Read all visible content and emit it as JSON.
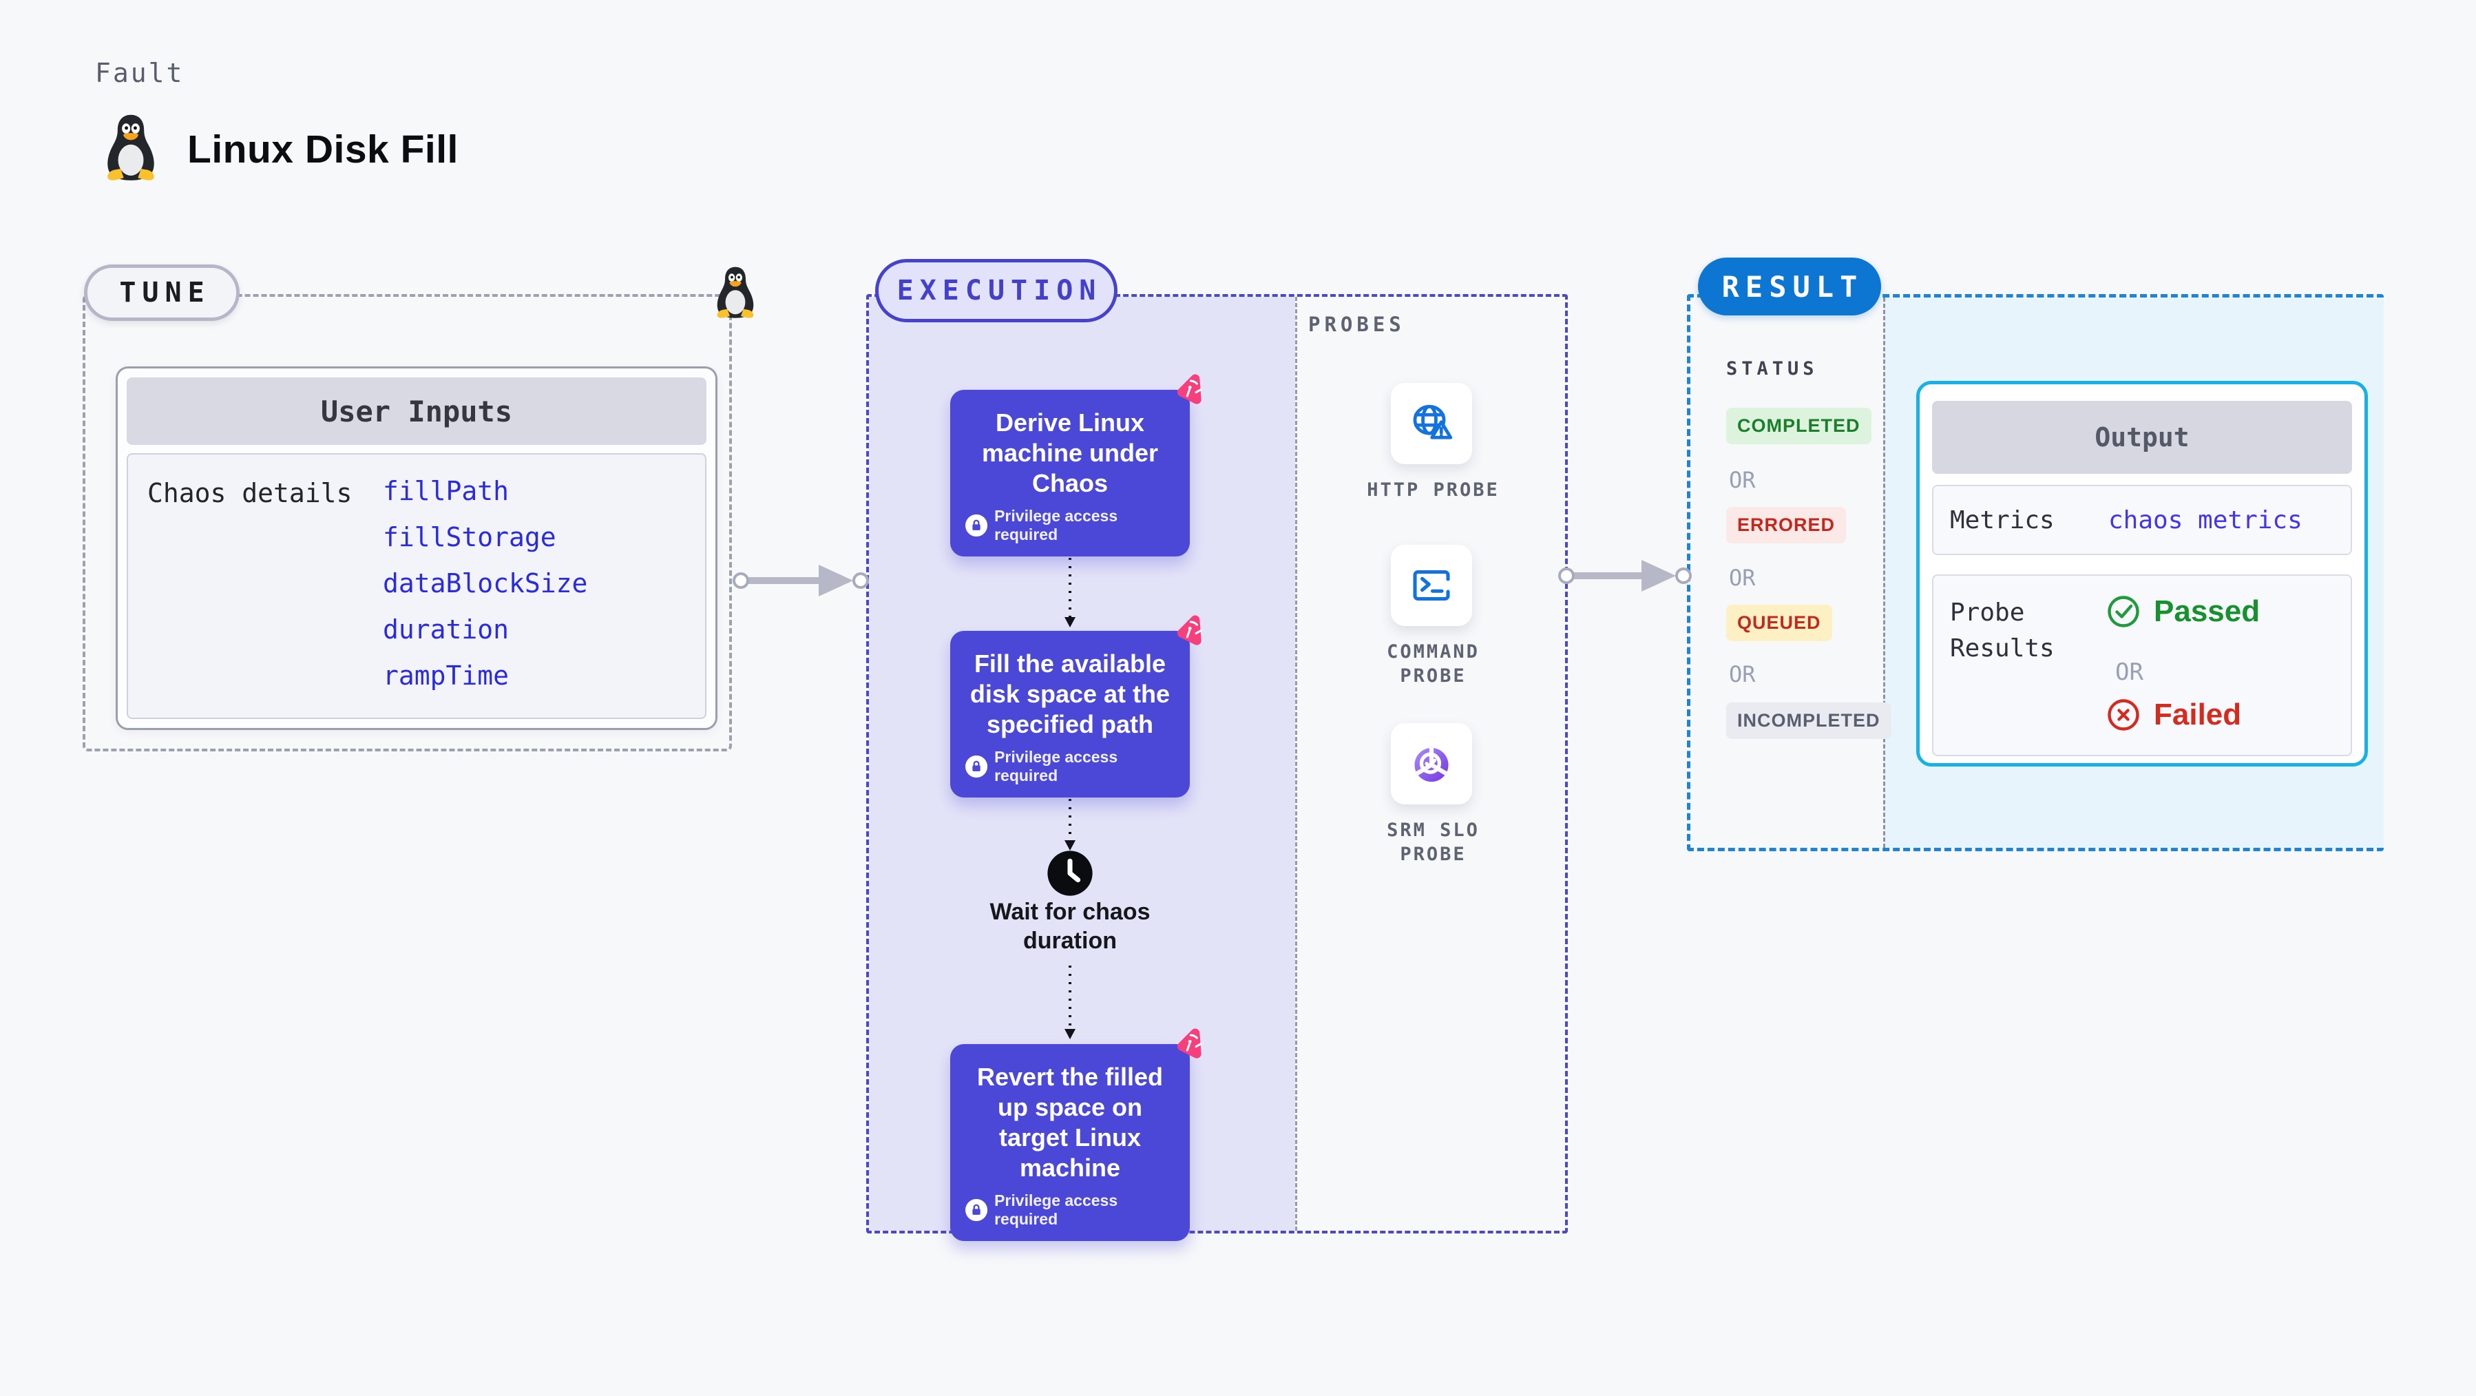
{
  "header": {
    "kicker": "Fault",
    "title": "Linux Disk Fill",
    "icon": "tux-penguin-icon"
  },
  "tune": {
    "badge": "TUNE",
    "user_inputs": {
      "title": "User Inputs",
      "row_label": "Chaos details",
      "inputs": [
        "fillPath",
        "fillStorage",
        "dataBlockSize",
        "duration",
        "rampTime"
      ]
    }
  },
  "execution": {
    "badge": "EXECUTION",
    "steps": [
      {
        "title": "Derive Linux machine under Chaos",
        "note": "Privilege access required"
      },
      {
        "title": "Fill the available disk space at the specified path",
        "note": "Privilege access required"
      },
      {
        "title": "Revert the filled up space on target Linux machine",
        "note": "Privilege access required"
      }
    ],
    "wait_label": "Wait for chaos duration"
  },
  "probes": {
    "label": "PROBES",
    "items": [
      {
        "label": "HTTP PROBE",
        "icon": "globe-alert-icon"
      },
      {
        "label": "COMMAND PROBE",
        "icon": "terminal-icon"
      },
      {
        "label": "SRM SLO PROBE",
        "icon": "slo-check-icon"
      }
    ]
  },
  "result": {
    "badge": "RESULT",
    "status_title": "STATUS",
    "or": "OR",
    "statuses": [
      {
        "label": "COMPLETED",
        "color": "#1b7e2a",
        "bg": "#def3dd"
      },
      {
        "label": "ERRORED",
        "color": "#c3281e",
        "bg": "#fbe9e7"
      },
      {
        "label": "QUEUED",
        "color": "#c12b1e",
        "bg": "#fdf0c5"
      },
      {
        "label": "INCOMPLETED",
        "color": "#5a5f70",
        "bg": "#eaebf1"
      }
    ],
    "output": {
      "title": "Output",
      "metrics_label": "Metrics",
      "metrics_link": "chaos metrics",
      "probe_results_label": "Probe Results",
      "or": "OR",
      "passed_label": "Passed",
      "failed_label": "Failed"
    }
  },
  "colors": {
    "page_bg": "#f7f8fa",
    "exec_card": "#4b48d8",
    "exec_panel": "#e3e3f8",
    "exec_border": "#4b48cf",
    "tune_border": "#9ba1ad",
    "result_border": "#1f84d6",
    "result_pill": "#0d76d2",
    "result_panel": "#e7f4fb",
    "output_border": "#17b1e8",
    "link_blue": "#2a2ade",
    "probe_icon_blue": "#1272df",
    "slo_purple": "#7c3aed",
    "chaos_pink": "#f5407d",
    "passed_green": "#17902e",
    "failed_red": "#d52b1f",
    "arrow_gray": "#b6b8c7"
  }
}
